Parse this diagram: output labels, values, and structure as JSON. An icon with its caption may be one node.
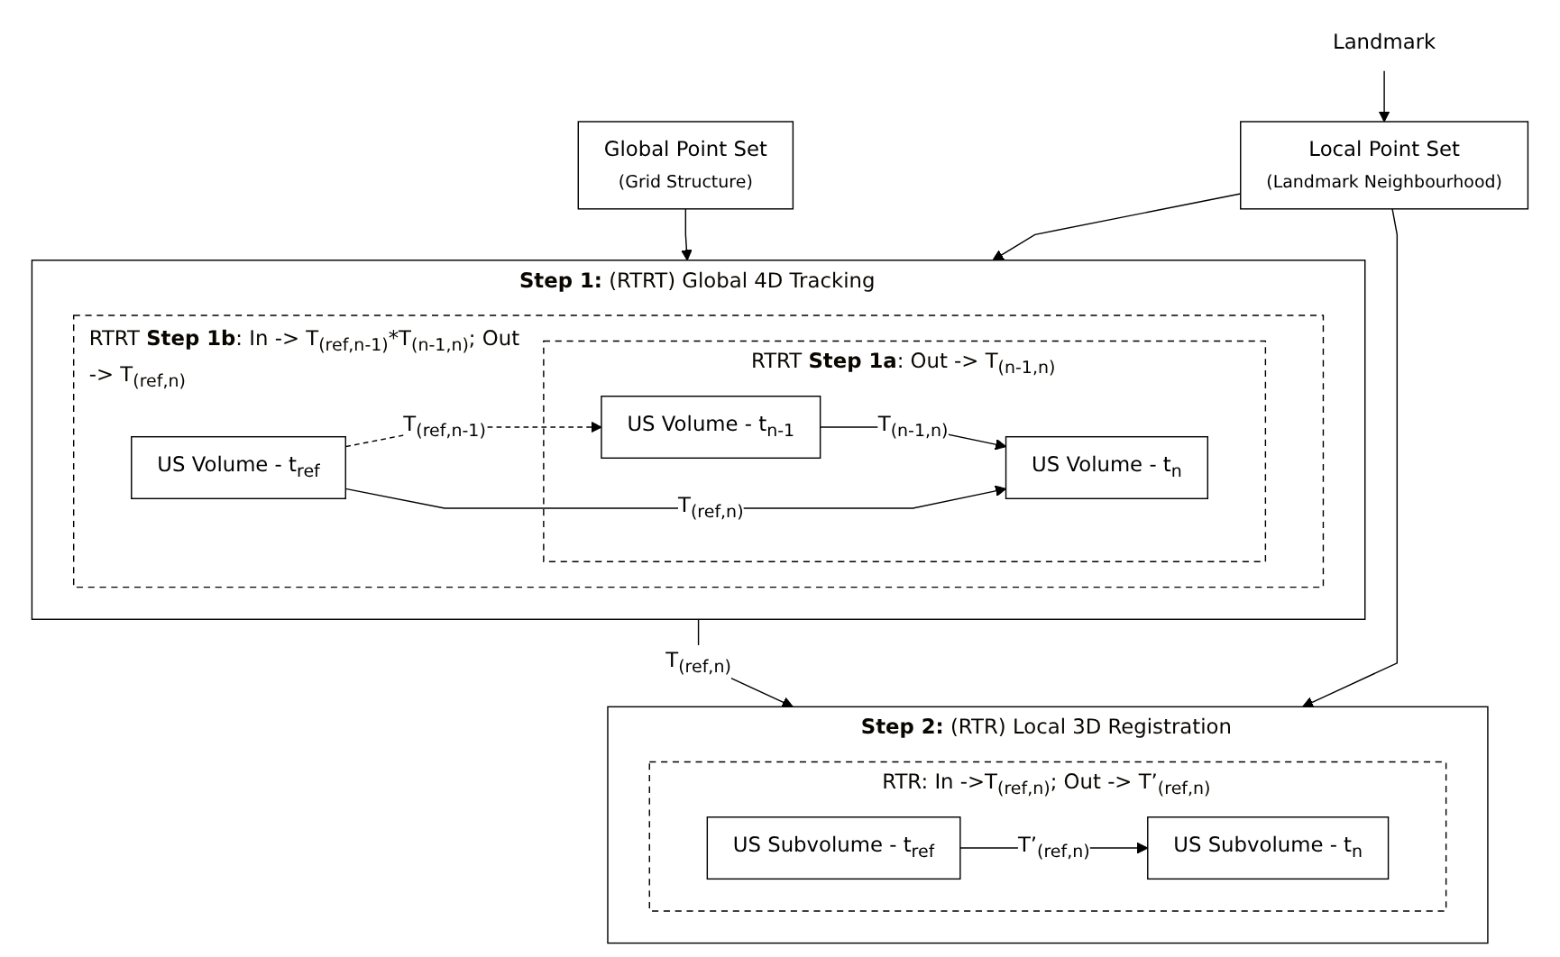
{
  "diagram": {
    "nodes": [
      {
        "text": [
          "**Step 1:** (RTRT) Global 4D Tracking"
        ]
      },
      {
        "text": [
          "RTRT **Step 1b**: In -> T$_{(ref,n-1)}$*T$_{(n-1,n)}$; Out -> T$_{(ref,n)}$"
        ],
        "in": 0
      },
      {
        "text": [
          "US Volume - t$_{ref}$"
        ],
        "in": 1
      },
      {
        "text": [
          "RTRT **Step 1a**: Out -> T$_{(n-1,n)}$"
        ],
        "in": 1
      },
      {
        "text": [
          "US Volume - t$_{n-1}$"
        ],
        "in": 3
      },
      {
        "text": [
          "US Volume - t$_{n}$"
        ],
        "in": 3
      },
      {
        "text": [
          "Global Point Set",
          "(Grid Structure)"
        ]
      },
      {
        "text": [
          "Local Point Set",
          "(Landmark Neighbourhood)"
        ]
      },
      {
        "text": [
          "Landmark"
        ]
      },
      {
        "text": [
          "**Step 2:** (RTR) Local 3D Registration"
        ]
      },
      {
        "text": [
          "RTR: In ->T$_{(ref,n)}$; Out -> T’$_{(ref,n)}$"
        ],
        "in": 9
      },
      {
        "text": [
          "US Subvolume - t$_{ref}$"
        ],
        "in": 10
      },
      {
        "text": [
          "US Subvolume - t$_{n}$"
        ],
        "in": 10
      }
    ],
    "edges": [
      {
        "from": 2,
        "to": 4,
        "arrow": "to",
        "label": "T$_{(ref,n-1)}$",
        "style": "dashed"
      },
      {
        "from": 4,
        "to": 5,
        "arrow": "to",
        "label": "T$_{(n-1,n)}$"
      },
      {
        "from": 2,
        "to": 5,
        "arrow": "to",
        "label": "T$_{(ref,n)}$"
      },
      {
        "from": 6,
        "to": 0,
        "arrow": "to"
      },
      {
        "from": 7,
        "to": 0,
        "arrow": "to"
      },
      {
        "from": 8,
        "to": 7,
        "arrow": "to"
      },
      {
        "from": 7,
        "to": 9,
        "arrow": "to"
      },
      {
        "from": 0,
        "to": 9,
        "arrow": "to",
        "label": "T$_{(ref,n)}$"
      },
      {
        "from": 11,
        "to": 12,
        "arrow": "to",
        "label": "T’$_{(ref,n)}$"
      }
    ]
  }
}
